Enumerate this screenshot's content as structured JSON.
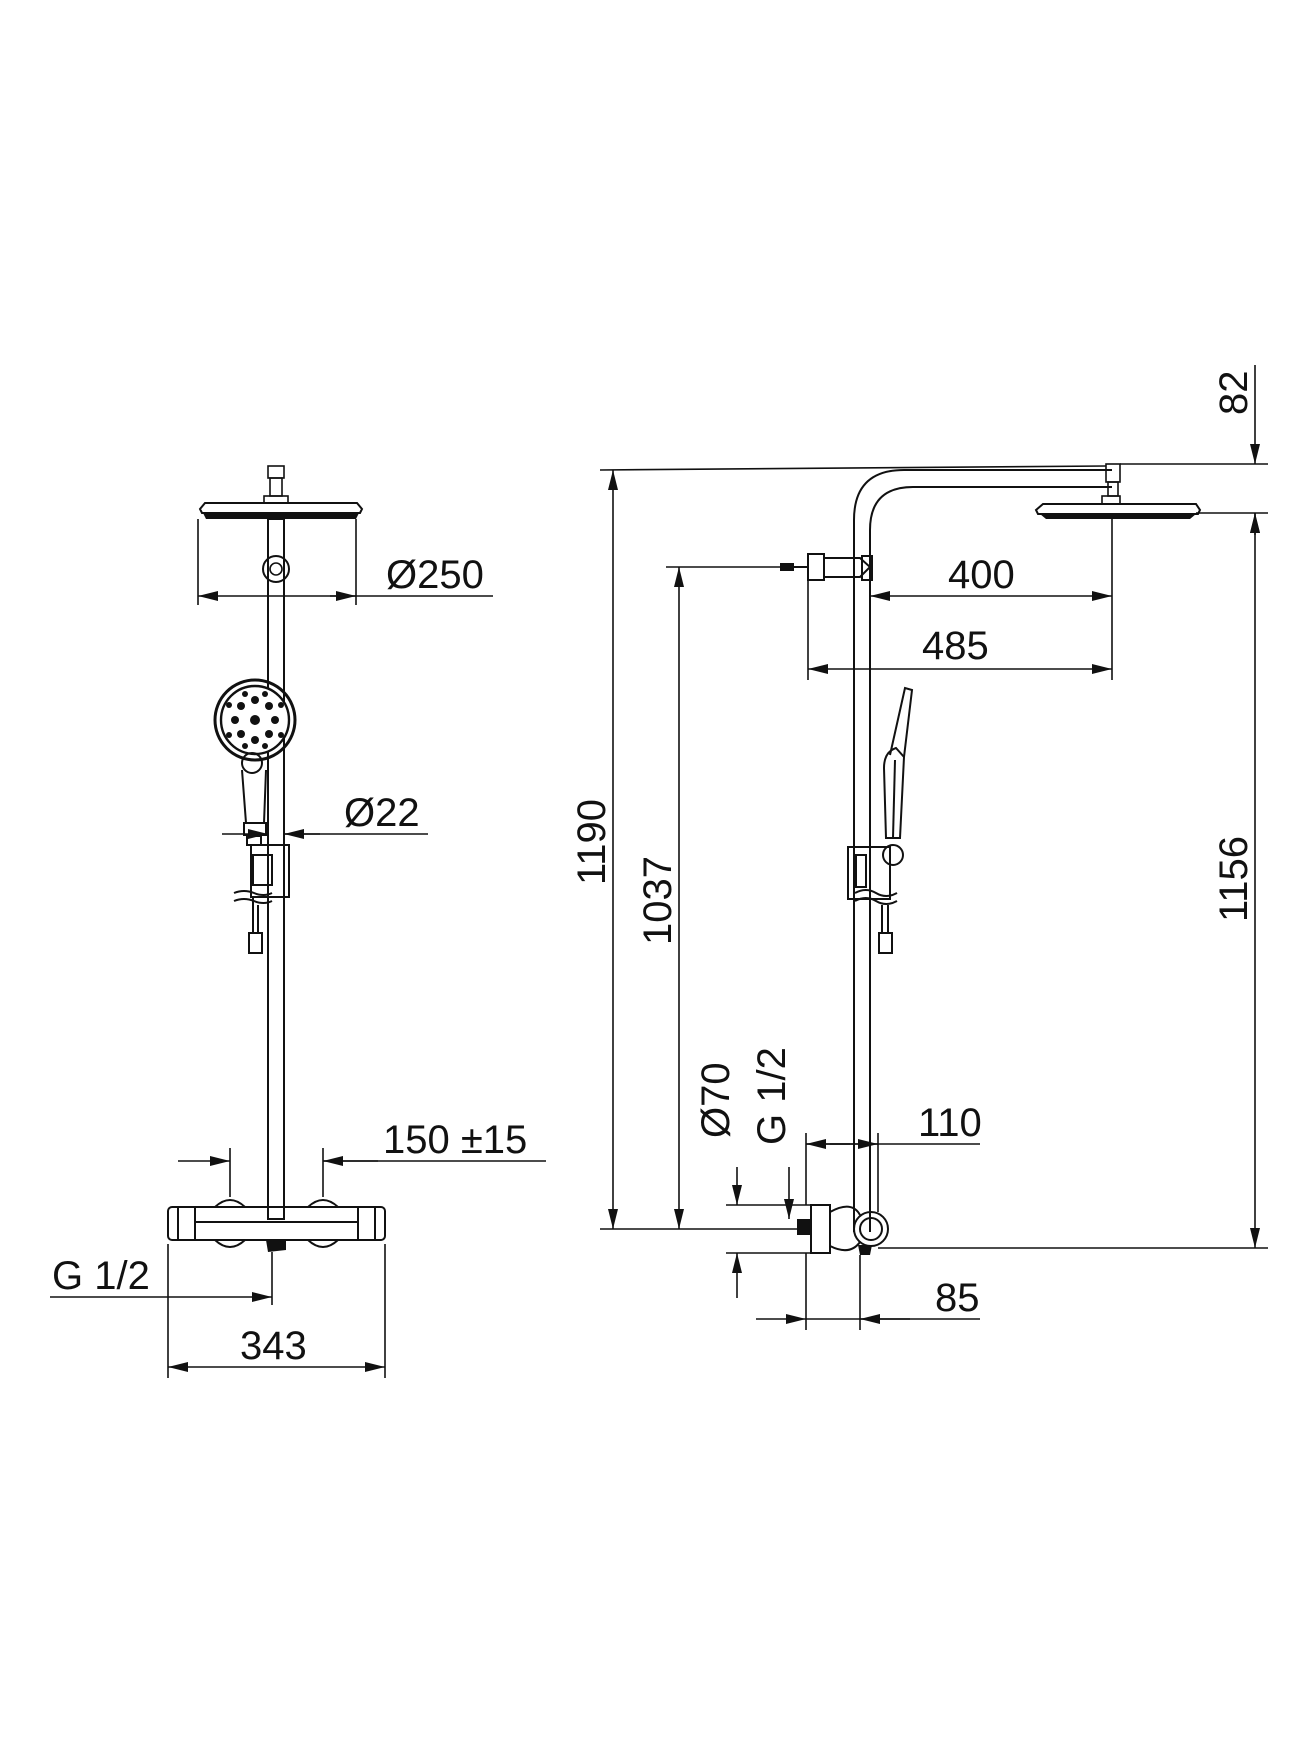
{
  "front_view": {
    "dim_head_diameter": "Ø250",
    "dim_rail_diameter": "Ø22",
    "dim_inlet_spacing": "150 ±15",
    "dim_inlet_thread": "G 1/2",
    "dim_mixer_width": "343"
  },
  "side_view": {
    "dim_top_offset": "82",
    "dim_total_height": "1190",
    "dim_bracket_height": "1037",
    "dim_head_height": "1156",
    "dim_arm_reach": "400",
    "dim_arm_total": "485",
    "dim_escutcheon_diameter": "Ø70",
    "dim_connection_thread": "G 1/2",
    "dim_mixer_depth": "110",
    "dim_wall_offset": "85"
  },
  "colors": {
    "line": "#111111",
    "background": "#ffffff"
  }
}
